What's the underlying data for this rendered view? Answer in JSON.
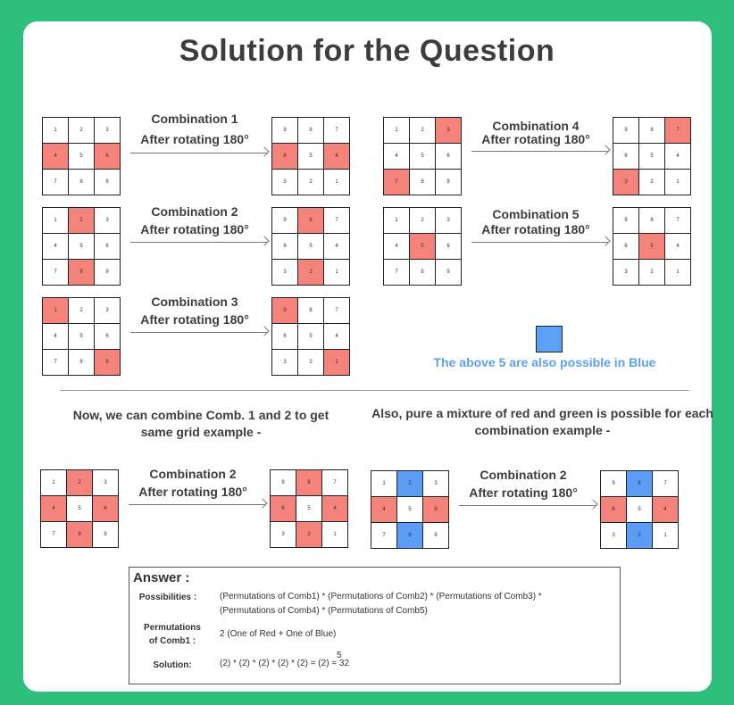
{
  "title": "Solution for the Question",
  "labels": {
    "c1": "Combination 1",
    "c2": "Combination 2",
    "c3": "Combination 3",
    "c4": "Combination 4",
    "c5": "Combination 5",
    "after": "After rotating 180°"
  },
  "blue_note": "The above 5 are also possible in Blue",
  "notes": {
    "left": "Now, we can combine Comb. 1 and 2 to get same grid example -",
    "right": "Also, pure a mixture of red and green is possible for each combination example -"
  },
  "grid_numbers": {
    "original": [
      "1",
      "2",
      "3",
      "4",
      "5",
      "6",
      "7",
      "8",
      "9"
    ],
    "rotated": [
      "9",
      "8",
      "7",
      "6",
      "5",
      "4",
      "3",
      "2",
      "1"
    ]
  },
  "colors": {
    "red": "#f3837b",
    "blue": "#5b9df5",
    "green_bg": "#2fbf7d"
  },
  "answer": {
    "title": "Answer :",
    "possibilities_key": "Possibilities :",
    "possibilities_line1": "(Permutations of Comb1) * (Permutations of Comb2)  * (Permutations of Comb3) *",
    "possibilities_line2": "(Permutations of Comb4) * (Permutations of Comb5)",
    "perm_key_line1": "Permutations",
    "perm_key_line2": "of Comb1 :",
    "perm_val": "2 (One of Red + One of Blue)",
    "solution_key": "Solution:",
    "solution_val": "(2) * (2) * (2) * (2) * (2)  = (2) = 32",
    "solution_exp": "5"
  }
}
